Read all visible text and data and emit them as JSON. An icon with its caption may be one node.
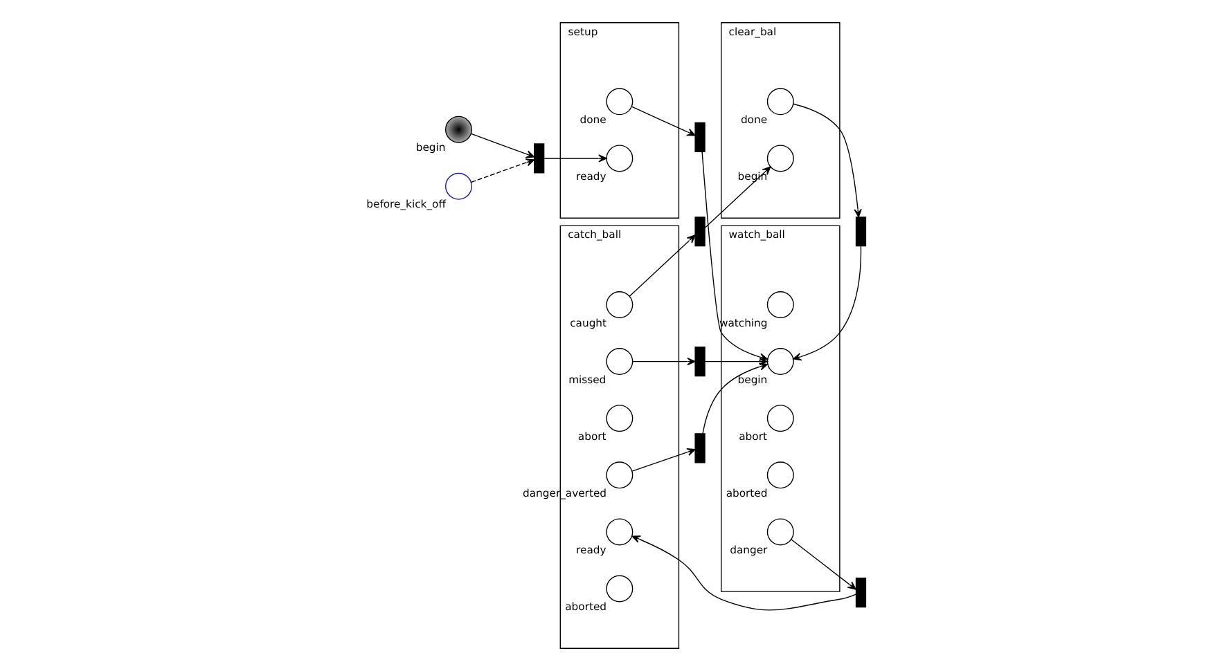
{
  "diagram": {
    "nodes": [
      {
        "text": [],
        "shape": "circle",
        "beside": [
          "begin"
        ]
      },
      {
        "text": [],
        "shape": "circle",
        "beside": [
          "before_kick_off"
        ]
      },
      {
        "text": [],
        "shape": "bar"
      },
      {
        "text": [
          "setup"
        ]
      },
      {
        "text": [],
        "shape": "circle",
        "beside": [
          "done"
        ],
        "in": 3
      },
      {
        "text": [],
        "shape": "circle",
        "beside": [
          "ready"
        ],
        "in": 3
      },
      {
        "text": [],
        "shape": "bar"
      },
      {
        "text": [
          "watch_ball"
        ]
      },
      {
        "text": [],
        "shape": "circle",
        "beside": [
          "watching"
        ],
        "in": 7
      },
      {
        "text": [],
        "shape": "circle",
        "beside": [
          "begin"
        ],
        "in": 7
      },
      {
        "text": [],
        "shape": "circle",
        "beside": [
          "abort"
        ],
        "in": 7
      },
      {
        "text": [],
        "shape": "circle",
        "beside": [
          "aborted"
        ],
        "in": 7
      },
      {
        "text": [],
        "shape": "circle",
        "beside": [
          "danger"
        ],
        "in": 7
      },
      {
        "text": [],
        "shape": "bar"
      },
      {
        "text": [],
        "shape": "bar"
      },
      {
        "text": [],
        "shape": "bar"
      },
      {
        "text": [],
        "shape": "bar"
      },
      {
        "text": [
          "catch_ball"
        ]
      },
      {
        "text": [],
        "shape": "circle",
        "beside": [
          "ready"
        ],
        "in": 17
      },
      {
        "text": [],
        "shape": "circle",
        "beside": [
          "caught"
        ],
        "in": 17
      },
      {
        "text": [],
        "shape": "circle",
        "beside": [
          "abort"
        ],
        "in": 17
      },
      {
        "text": [],
        "shape": "circle",
        "beside": [
          "missed"
        ],
        "in": 17
      },
      {
        "text": [],
        "shape": "circle",
        "beside": [
          "danger_averted"
        ],
        "in": 17
      },
      {
        "text": [],
        "shape": "circle",
        "beside": [
          "aborted"
        ],
        "in": 17
      },
      {
        "text": [],
        "shape": "bar"
      },
      {
        "text": [
          "clear_bal"
        ]
      },
      {
        "text": [],
        "shape": "circle",
        "beside": [
          "done"
        ],
        "in": 25
      },
      {
        "text": [],
        "shape": "circle",
        "beside": [
          "begin"
        ],
        "in": 25
      }
    ],
    "edges": [
      {
        "from": 0,
        "to": 2,
        "arrow": "to"
      },
      {
        "from": 1,
        "to": 2,
        "arrow": "to",
        "style": "dashed"
      },
      {
        "from": 2,
        "to": 5,
        "arrow": "to"
      },
      {
        "from": 4,
        "to": 6,
        "arrow": "to"
      },
      {
        "from": 6,
        "to": 9,
        "arrow": "to"
      },
      {
        "from": 13,
        "to": 9,
        "arrow": "to"
      },
      {
        "from": 26,
        "to": 13,
        "arrow": "to"
      },
      {
        "from": 21,
        "to": 14,
        "arrow": "to"
      },
      {
        "from": 14,
        "to": 9,
        "arrow": "to"
      },
      {
        "from": 22,
        "to": 15,
        "arrow": "to"
      },
      {
        "from": 15,
        "to": 9,
        "arrow": "to"
      },
      {
        "from": 12,
        "to": 16,
        "arrow": "to"
      },
      {
        "from": 16,
        "to": 18,
        "arrow": "to"
      },
      {
        "from": 19,
        "to": 24,
        "arrow": "to"
      },
      {
        "from": 24,
        "to": 27,
        "arrow": "to"
      }
    ]
  }
}
